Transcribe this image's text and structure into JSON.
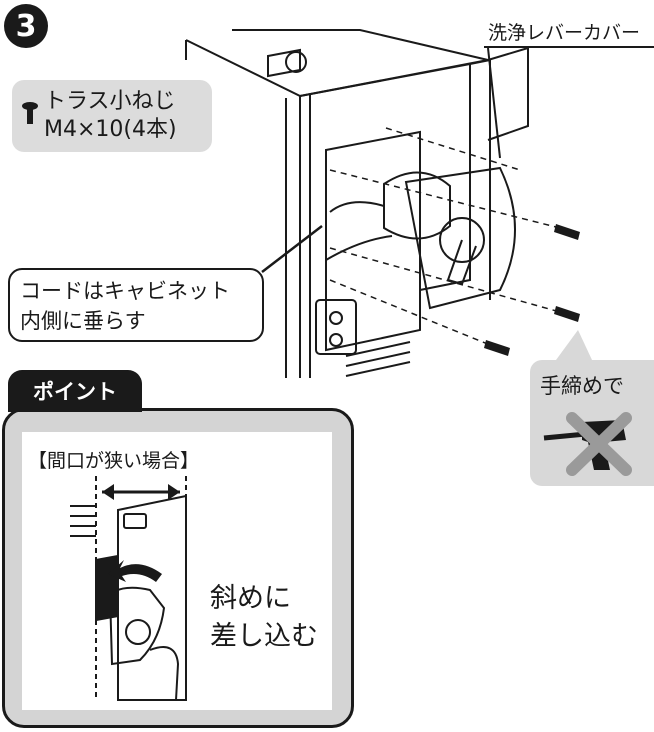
{
  "step": {
    "number": "3"
  },
  "screw": {
    "line1": "トラス小ねじ",
    "line2": "M4×10(4本)",
    "icon": "screw-icon"
  },
  "lever_cover": {
    "label": "洗浄レバーカバー"
  },
  "cord_note": {
    "line1": "コードはキャビネット",
    "line2": "内側に垂らす"
  },
  "hand_tighten": {
    "label": "手締めで",
    "icon": "crossed-drill-icon"
  },
  "point": {
    "tab_label": "ポイント",
    "narrow_label": "【間口が狭い場合】",
    "diagonal_line1": "斜めに",
    "diagonal_line2": "差し込む"
  }
}
